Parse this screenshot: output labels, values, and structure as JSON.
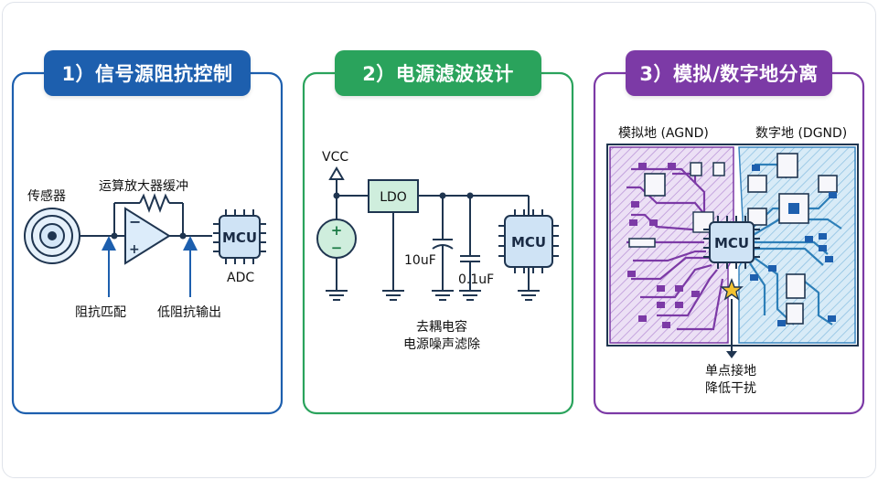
{
  "panels": [
    {
      "title": "1）信号源阻抗控制",
      "sensor_label": "传感器",
      "buffer_label": "运算放大器缓冲",
      "mcu_label": "MCU",
      "adc_label": "ADC",
      "impedance_match_label": "阻抗匹配",
      "low_impedance_label": "低阻抗输出",
      "opamp_minus": "−",
      "opamp_plus": "+"
    },
    {
      "title": "2）电源滤波设计",
      "vcc_label": "VCC",
      "ldo_label": "LDO",
      "mcu_label": "MCU",
      "cap1_label": "10uF",
      "cap2_label": "0.1uF",
      "note_line1": "去耦电容",
      "note_line2": "电源噪声滤除",
      "source_plus": "+",
      "source_minus": "−"
    },
    {
      "title": "3）模拟/数字地分离",
      "agnd_label": "模拟地 (AGND)",
      "dgnd_label": "数字地 (DGND)",
      "mcu_label": "MCU",
      "note_line1": "单点接地",
      "note_line2": "降低干扰"
    }
  ],
  "colors": {
    "blue": "#1d5fae",
    "green": "#2aa35c",
    "purple": "#7c3aa6",
    "wire_dark": "#1f3550",
    "chip_fill": "#cfe3f5",
    "ldo_fill": "#cfeedd",
    "agnd_fill": "#ece0f5",
    "dgnd_fill": "#d8ebf7",
    "star": "#f2c230"
  }
}
